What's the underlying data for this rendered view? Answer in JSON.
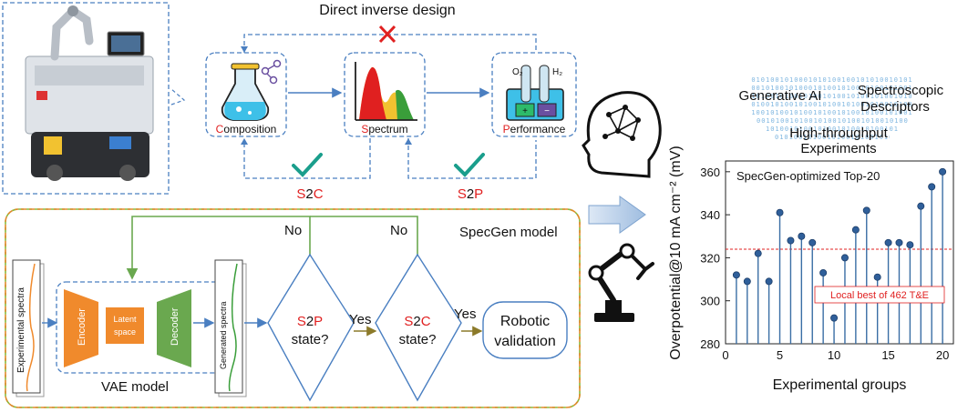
{
  "top": {
    "direct_label": "Direct inverse design",
    "composition": {
      "first": "C",
      "rest": "omposition"
    },
    "spectrum": {
      "first": "S",
      "rest": "pectrum"
    },
    "performance": {
      "first": "P",
      "rest": "erformance"
    },
    "o2": "O₂",
    "h2": "H₂",
    "s2c": {
      "a": "S",
      "b": "2",
      "c": "C"
    },
    "s2p": {
      "a": "S",
      "b": "2",
      "c": "P"
    }
  },
  "model": {
    "title": "SpecGen model",
    "vae_label": "VAE model",
    "experimental_spectra": "Experimental spectra",
    "encoder": "Encoder",
    "latent_1": "Latent",
    "latent_2": "space",
    "decoder": "Decoder",
    "generated_spectra": "Generated spectra",
    "no_1": "No",
    "no_2": "No",
    "d1": {
      "a": "S",
      "b": "2",
      "c": "P",
      "line2": "state?"
    },
    "yes_1": "Yes",
    "d2": {
      "a": "S",
      "b": "2",
      "c": "C",
      "line2": "state?"
    },
    "yes_2": "Yes",
    "robotic_1": "Robotic",
    "robotic_2": "validation"
  },
  "bits": {
    "rows": [
      "0101001010001010100100101010010101",
      "0010100101000101001010010100101001",
      "1010010100101001010010100101001010",
      "0100101001010010100101001010010100",
      "1001010010100101001010010100101001",
      "0010100101001010010100101001010010",
      "1010010100101001010010100101001010",
      "0101001010010100101001010010100101"
    ],
    "labels": {
      "generative": "Generative AI",
      "spectroscopic": "Spectroscopic",
      "descriptors": "Descriptors",
      "high_throughput": "High-throughput",
      "experiments": "Experiments"
    }
  },
  "colors": {
    "blue_dash": "#4a7fc1",
    "green_dash": "#8bb83a",
    "orange_dash": "#e08a2c",
    "red": "#e02020",
    "teal": "#1a9e8c",
    "stem": "#3a6ea5",
    "dot": "#2f5f9a",
    "encoder": "#f08a2c",
    "decoder": "#6aa84f"
  },
  "chart_data": {
    "type": "scatter",
    "style": "stem",
    "title": "SpecGen-optimized Top-20",
    "xlabel": "Experimental groups",
    "ylabel": "Overpotential@10 mA cm⁻² (mV)",
    "xlim": [
      0,
      21
    ],
    "ylim": [
      280,
      365
    ],
    "xticks": [
      0,
      5,
      10,
      15,
      20
    ],
    "yticks": [
      280,
      300,
      320,
      340,
      360
    ],
    "x": [
      1,
      2,
      3,
      4,
      5,
      6,
      7,
      8,
      9,
      10,
      11,
      12,
      13,
      14,
      15,
      16,
      17,
      18,
      19,
      20
    ],
    "y": [
      312,
      309,
      322,
      309,
      341,
      328,
      330,
      327,
      313,
      292,
      320,
      333,
      342,
      311,
      327,
      327,
      326,
      344,
      353,
      360
    ],
    "reference_line": {
      "y": 324,
      "label": "Local best of 462 T&E"
    },
    "grid": false
  }
}
